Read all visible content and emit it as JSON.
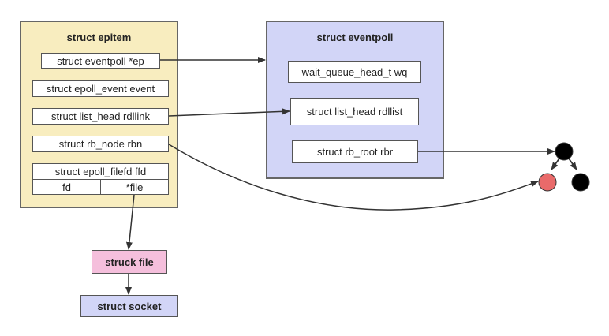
{
  "epitem": {
    "title": "struct epitem",
    "fields": {
      "ep": "struct eventpoll *ep",
      "event": "struct epoll_event event",
      "rdllink": "struct list_head rdllink",
      "rbn": "struct rb_node rbn",
      "ffd": "struct epoll_filefd ffd",
      "fd": "fd",
      "file": "*file"
    }
  },
  "eventpoll": {
    "title": "struct eventpoll",
    "fields": {
      "wq": "wait_queue_head_t wq",
      "rdllist": "struct list_head rdllist",
      "rbr": "struct rb_root rbr"
    }
  },
  "chain": {
    "file": "struck file",
    "socket": "struct socket"
  },
  "colors": {
    "epitem_bg": "#f8edbf",
    "eventpoll_bg": "#d2d5f7",
    "file_bg": "#f5bfdc",
    "socket_bg": "#d2d5f7",
    "node_black": "#000000",
    "node_red": "#e96a6a"
  },
  "icons": {
    "tree_root": "black-node-icon",
    "tree_left": "red-node-icon",
    "tree_right": "black-node-icon"
  }
}
